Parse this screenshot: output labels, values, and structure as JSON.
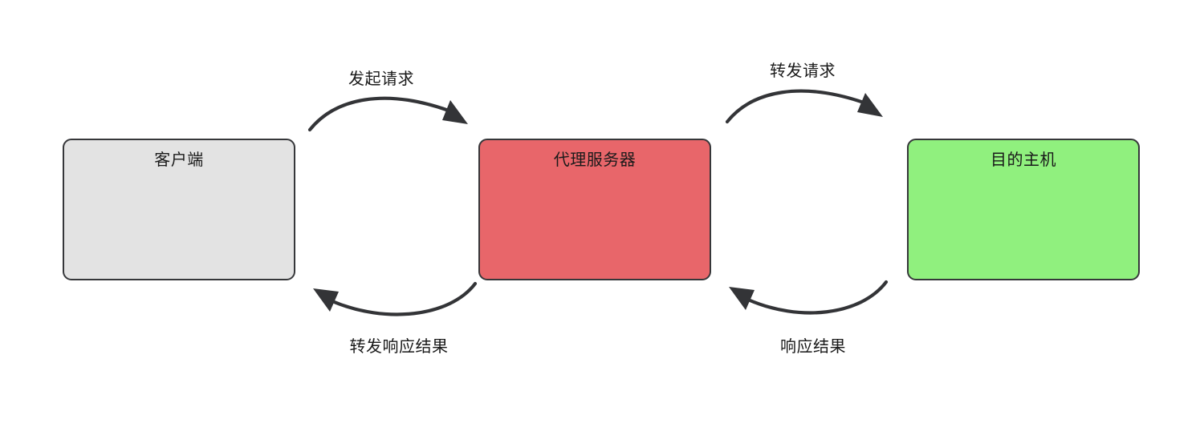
{
  "diagram": {
    "title": "proxy-server-request-flow",
    "background_color": "#ffffff",
    "nodes": [
      {
        "id": "client",
        "label": "客户端",
        "fill_color": "#e3e3e3",
        "border_color": "#36373a",
        "text_color": "#1a1a1a"
      },
      {
        "id": "proxy",
        "label": "代理服务器",
        "fill_color": "#e8666a",
        "border_color": "#36373a",
        "text_color": "#1a1a1a"
      },
      {
        "id": "target",
        "label": "目的主机",
        "fill_color": "#90f07e",
        "border_color": "#36373a",
        "text_color": "#1a1a1a"
      }
    ],
    "edges": [
      {
        "id": "client-to-proxy",
        "label": "发起请求",
        "from": "client",
        "to": "proxy",
        "direction": "right",
        "position": "top",
        "stroke_color": "#333437"
      },
      {
        "id": "proxy-to-target",
        "label": "转发请求",
        "from": "proxy",
        "to": "target",
        "direction": "right",
        "position": "top",
        "stroke_color": "#333437"
      },
      {
        "id": "proxy-to-client",
        "label": "转发响应结果",
        "from": "proxy",
        "to": "client",
        "direction": "left",
        "position": "bottom",
        "stroke_color": "#333437"
      },
      {
        "id": "target-to-proxy",
        "label": "响应结果",
        "from": "target",
        "to": "proxy",
        "direction": "left",
        "position": "bottom",
        "stroke_color": "#333437"
      }
    ]
  }
}
